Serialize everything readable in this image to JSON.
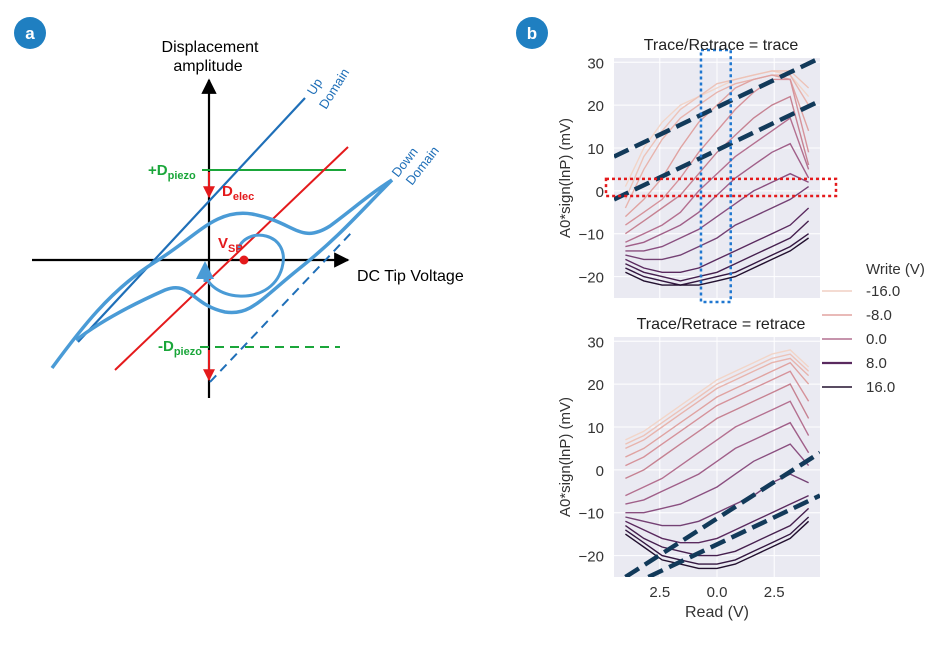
{
  "colors": {
    "badge": "#1f7fc1",
    "up_domain": "#1f6fb8",
    "loop": "#4a9bd6",
    "red": "#e41a1c",
    "green": "#1aa63a",
    "dashed_fit": "#123a5a",
    "blue_box": "#1f77d0",
    "red_box": "#e41a1c",
    "plot_bg": "#eaeaf2",
    "grid": "#ffffff",
    "light_line": "#eebcb3",
    "dark_line": "#2b0d35"
  },
  "panel_a": {
    "badge": "a",
    "y_axis_label_1": "Displacement",
    "y_axis_label_2": "amplitude",
    "x_axis_label": "DC Tip Voltage",
    "up_domain_1": "Up",
    "up_domain_2": "Domain",
    "down_domain_1": "Down",
    "down_domain_2": "Domain",
    "plus_d_main": "+D",
    "plus_d_sub": "piezo",
    "minus_d_main": "-D",
    "minus_d_sub": "piezo",
    "d_elec_main": "D",
    "d_elec_sub": "elec",
    "vsp_main": "V",
    "vsp_sub": "SP"
  },
  "panel_b": {
    "badge": "b",
    "legend_title": "Write (V)",
    "legend": [
      {
        "label": "-16.0",
        "color": "#f0cfc3",
        "width": 1.4
      },
      {
        "label": "-8.0",
        "color": "#e2a3a0",
        "width": 1.4
      },
      {
        "label": "0.0",
        "color": "#b47090",
        "width": 1.4
      },
      {
        "label": "8.0",
        "color": "#5a2a5f",
        "width": 2.2
      },
      {
        "label": "16.0",
        "color": "#22102f",
        "width": 1.6
      }
    ],
    "x_label": "Read (V)"
  },
  "chart_data": [
    {
      "type": "line",
      "title": "Trace/Retrace = trace",
      "ylabel": "A0*sign(lnP) (mV)",
      "xlabel": "",
      "x": [
        -4.0,
        -3.2,
        -2.4,
        -1.6,
        -0.8,
        0.0,
        0.8,
        1.6,
        2.4,
        3.2,
        4.0
      ],
      "xlim": [
        -4.5,
        4.5
      ],
      "ylim": [
        -25,
        31
      ],
      "yticks": [
        30,
        20,
        10,
        0,
        -10,
        -20
      ],
      "yticklabels": [
        "30",
        "20",
        "10",
        "0",
        "−10",
        "−20"
      ],
      "grid": true,
      "series": [
        {
          "color": "#f2d5c8",
          "values": [
            1,
            10,
            16,
            20,
            22,
            24,
            26,
            27,
            28,
            27,
            22
          ]
        },
        {
          "color": "#edc3b8",
          "values": [
            -2,
            8,
            14,
            19,
            22,
            25,
            26,
            27,
            28,
            28,
            24
          ]
        },
        {
          "color": "#e8b4ad",
          "values": [
            -4,
            5,
            12,
            17,
            20,
            23,
            25,
            26,
            27,
            27,
            20
          ]
        },
        {
          "color": "#e0a3a1",
          "values": [
            -6,
            -2,
            3,
            10,
            16,
            20,
            24,
            26,
            27,
            26,
            14
          ]
        },
        {
          "color": "#d6929a",
          "values": [
            -8,
            -5,
            -2,
            3,
            9,
            14,
            19,
            23,
            26,
            26,
            9
          ]
        },
        {
          "color": "#c68292",
          "values": [
            -10,
            -7,
            -4,
            -1,
            4,
            9,
            13,
            17,
            20,
            22,
            6
          ]
        },
        {
          "color": "#b47090",
          "values": [
            -12,
            -10,
            -8,
            -5,
            0,
            4,
            8,
            11,
            14,
            17,
            5
          ]
        },
        {
          "color": "#a05f89",
          "values": [
            -13,
            -12,
            -10,
            -8,
            -5,
            -1,
            3,
            6,
            9,
            11,
            3
          ]
        },
        {
          "color": "#8a4f80",
          "values": [
            -14,
            -14,
            -13,
            -11,
            -9,
            -6,
            -3,
            0,
            2,
            4,
            2
          ]
        },
        {
          "color": "#744174",
          "values": [
            -15,
            -16,
            -16,
            -15,
            -13,
            -11,
            -8,
            -6,
            -4,
            -2,
            1
          ]
        },
        {
          "color": "#5a2a5f",
          "values": [
            -16,
            -18,
            -19,
            -19,
            -18,
            -16,
            -14,
            -12,
            -10,
            -8,
            -4
          ]
        },
        {
          "color": "#46204f",
          "values": [
            -17,
            -19,
            -20,
            -21,
            -20,
            -19,
            -17,
            -15,
            -13,
            -11,
            -7
          ]
        },
        {
          "color": "#341741",
          "values": [
            -18,
            -20,
            -21,
            -22,
            -21,
            -20,
            -19,
            -17,
            -15,
            -13,
            -10
          ]
        },
        {
          "color": "#22102f",
          "values": [
            -19,
            -21,
            -22,
            -22,
            -22,
            -21,
            -20,
            -18,
            -16,
            -14,
            -11
          ]
        }
      ],
      "fit_lines": [
        {
          "from": [
            -4.5,
            8
          ],
          "to": [
            4.5,
            31
          ]
        },
        {
          "from": [
            -4.5,
            -2
          ],
          "to": [
            4.5,
            21
          ]
        }
      ],
      "read_window": [
        -0.7,
        0.6
      ],
      "write_window": [
        -1.2,
        2.8
      ]
    },
    {
      "type": "line",
      "title": "Trace/Retrace = retrace",
      "ylabel": "A0*sign(lnP) (mV)",
      "xlabel": "Read (V)",
      "x": [
        -4.0,
        -3.2,
        -2.4,
        -1.6,
        -0.8,
        0.0,
        0.8,
        1.6,
        2.4,
        3.2,
        4.0
      ],
      "xlim": [
        -4.5,
        4.5
      ],
      "ylim": [
        -25,
        31
      ],
      "yticks": [
        30,
        20,
        10,
        0,
        -10,
        -20
      ],
      "yticklabels": [
        "30",
        "20",
        "10",
        "0",
        "−10",
        "−20"
      ],
      "xticks": [
        -2.5,
        0.0,
        2.5
      ],
      "xticklabels": [
        "2.5",
        "0.0",
        "2.5"
      ],
      "grid": true,
      "series": [
        {
          "color": "#f2d5c8",
          "values": [
            7,
            9,
            12,
            15,
            18,
            21,
            23,
            25,
            27,
            28,
            24
          ]
        },
        {
          "color": "#edc3b8",
          "values": [
            6,
            8,
            11,
            14,
            17,
            20,
            22,
            24,
            26,
            27,
            23
          ]
        },
        {
          "color": "#e8b4ad",
          "values": [
            5,
            7,
            10,
            13,
            16,
            19,
            21,
            23,
            25,
            26,
            22
          ]
        },
        {
          "color": "#e0a3a1",
          "values": [
            3,
            5,
            8,
            11,
            14,
            17,
            19,
            21,
            23,
            25,
            20
          ]
        },
        {
          "color": "#d6929a",
          "values": [
            1,
            3,
            6,
            9,
            12,
            15,
            17,
            19,
            21,
            23,
            16
          ]
        },
        {
          "color": "#c68292",
          "values": [
            -2,
            0,
            3,
            6,
            9,
            12,
            14,
            16,
            18,
            20,
            12
          ]
        },
        {
          "color": "#b47090",
          "values": [
            -6,
            -4,
            -2,
            1,
            4,
            7,
            10,
            12,
            14,
            16,
            8
          ]
        },
        {
          "color": "#a05f89",
          "values": [
            -8,
            -7,
            -5,
            -3,
            -1,
            2,
            5,
            7,
            9,
            11,
            4
          ]
        },
        {
          "color": "#8a4f80",
          "values": [
            -10,
            -10,
            -9,
            -8,
            -6,
            -4,
            -1,
            2,
            4,
            6,
            1
          ]
        },
        {
          "color": "#744174",
          "values": [
            -11,
            -12,
            -13,
            -13,
            -12,
            -10,
            -8,
            -6,
            -3,
            -1,
            -3
          ]
        },
        {
          "color": "#5a2a5f",
          "values": [
            -12,
            -14,
            -16,
            -17,
            -17,
            -16,
            -14,
            -12,
            -10,
            -8,
            -6
          ]
        },
        {
          "color": "#46204f",
          "values": [
            -13,
            -16,
            -18,
            -19,
            -20,
            -20,
            -19,
            -17,
            -15,
            -13,
            -9
          ]
        },
        {
          "color": "#341741",
          "values": [
            -14,
            -17,
            -20,
            -21,
            -22,
            -22,
            -21,
            -19,
            -17,
            -15,
            -11
          ]
        },
        {
          "color": "#22102f",
          "values": [
            -15,
            -18,
            -21,
            -22,
            -23,
            -23,
            -22,
            -20,
            -18,
            -16,
            -12
          ]
        }
      ],
      "fit_lines": [
        {
          "from": [
            -4.0,
            -25
          ],
          "to": [
            4.5,
            4
          ]
        },
        {
          "from": [
            -3.0,
            -25
          ],
          "to": [
            4.5,
            -6
          ]
        }
      ]
    }
  ]
}
